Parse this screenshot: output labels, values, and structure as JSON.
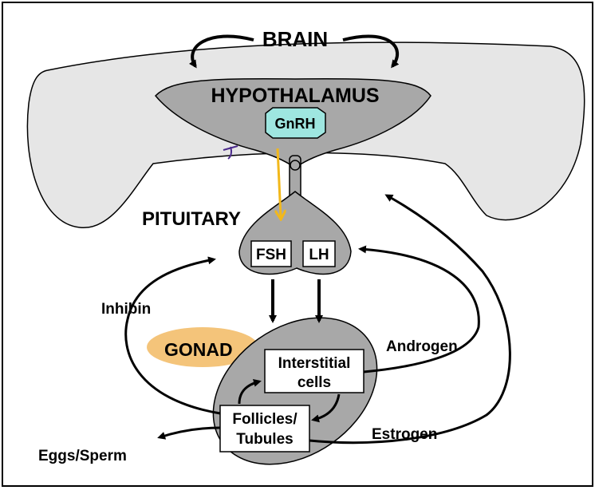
{
  "labels": {
    "brain": "BRAIN",
    "hypothalamus": "HYPOTHALAMUS",
    "gnrh": "GnRH",
    "pituitary": "PITUITARY",
    "fsh": "FSH",
    "lh": "LH",
    "gonad": "GONAD",
    "interstitial_line1": "Interstitial",
    "interstitial_line2": "cells",
    "follicles_line1": "Follicles/",
    "follicles_line2": "Tubules",
    "inhibin": "Inhibin",
    "androgen": "Androgen",
    "estrogen": "Estrogen",
    "eggs_sperm": "Eggs/Sperm"
  },
  "colors": {
    "brain_fill": "#e6e6e6",
    "organ_fill": "#a8a8a8",
    "gnrh_fill": "#9ee6e0",
    "gonad_highlight": "#f4c47a",
    "pathway_arrow": "#f2b81b",
    "annotation_mark": "#4b2a8c",
    "line": "#000000",
    "box_fill": "#ffffff"
  }
}
